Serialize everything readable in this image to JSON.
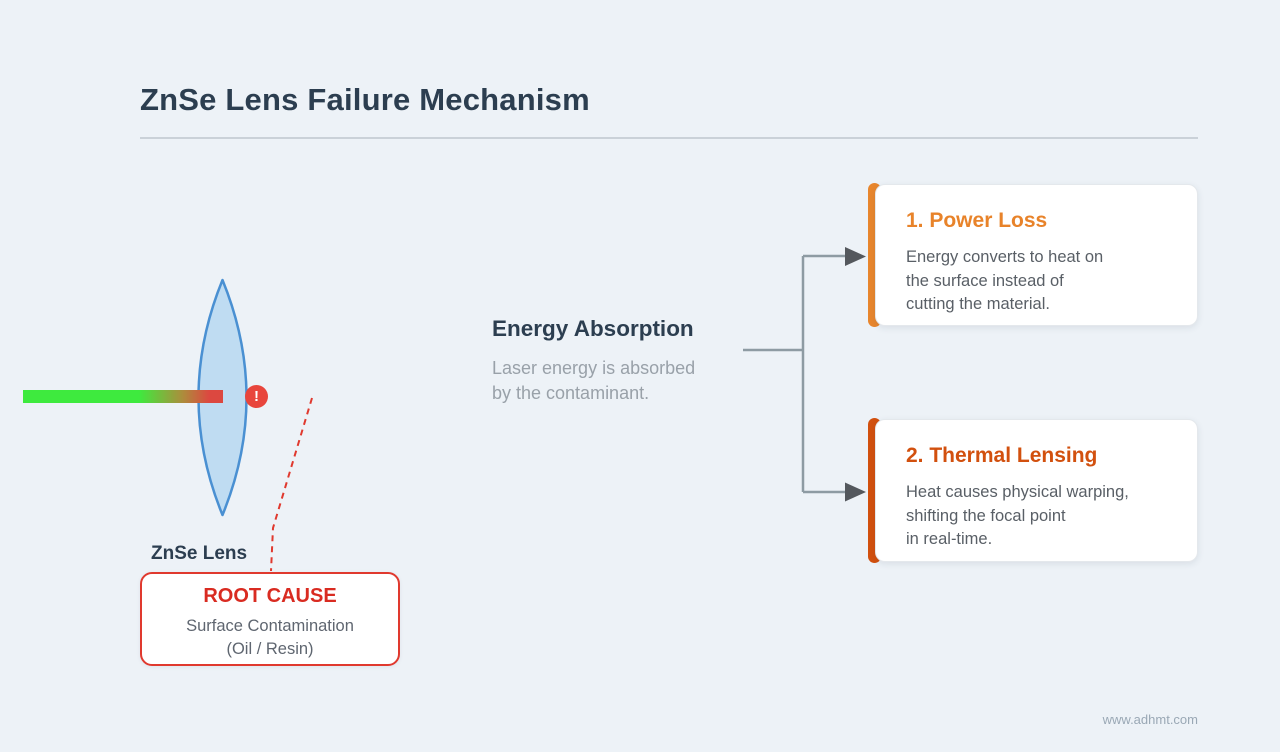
{
  "page": {
    "title": "ZnSe Lens Failure Mechanism",
    "footer": "www.adhmt.com"
  },
  "colors": {
    "background": "#EDF2F7",
    "title_navy": "#2C3E50",
    "divider_gray": "#CAD1D8",
    "lens_fill": "#BFDCF2",
    "lens_stroke": "#4A90D2",
    "beam_green": "#3EEA3E",
    "beam_mid": "#AD8C3C",
    "beam_red": "#DC4840",
    "alert_red": "#E8453C",
    "dashed_red": "#E0392E",
    "root_cause_red": "#D92B21",
    "connector_gray": "#8E9BA3",
    "arrow_dark": "#54585D",
    "card_accent_1": "#E8862D",
    "card_accent_2": "#D2500E",
    "body_gray": "#595F66",
    "muted_gray": "#99A1A9"
  },
  "lens": {
    "label": "ZnSe Lens",
    "alert_glyph": "!"
  },
  "root_cause": {
    "title": "ROOT CAUSE",
    "line1": "Surface Contamination",
    "line2": "(Oil / Resin)"
  },
  "energy_absorption": {
    "title": "Energy Absorption",
    "line1": "Laser energy is absorbed",
    "line2": "by the contaminant."
  },
  "cards": [
    {
      "title": "1. Power Loss",
      "lines": [
        "Energy converts to heat on",
        "the surface instead of",
        "cutting the material."
      ]
    },
    {
      "title": "2. Thermal Lensing",
      "lines": [
        "Heat causes physical warping,",
        "shifting the focal point",
        "in real-time."
      ]
    }
  ]
}
